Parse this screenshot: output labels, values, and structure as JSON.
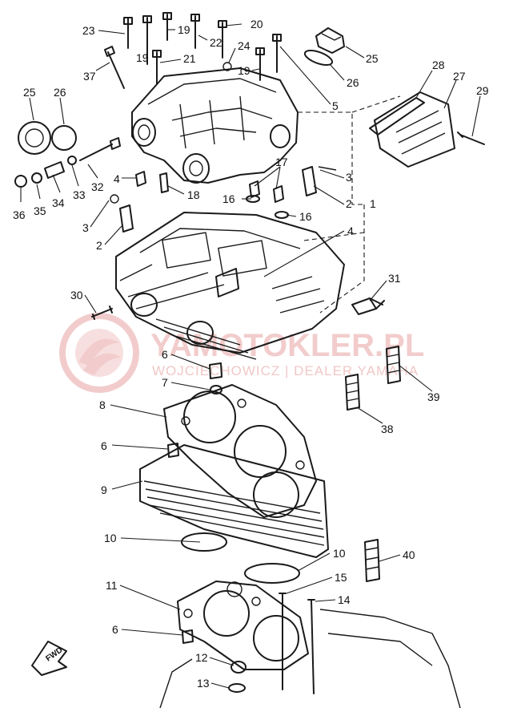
{
  "watermark": {
    "title": "YAMOTOKLER.PL",
    "subtitle": "WOJCIECHOWICZ | DEALER YAMAHA",
    "color": "#e8a3a3"
  },
  "fwd_marker": "FWD",
  "callouts": [
    {
      "id": "c23",
      "text": "23"
    },
    {
      "id": "c19a",
      "text": "19"
    },
    {
      "id": "c22",
      "text": "22"
    },
    {
      "id": "c20",
      "text": "20"
    },
    {
      "id": "c24",
      "text": "24"
    },
    {
      "id": "c19b",
      "text": "19"
    },
    {
      "id": "c21",
      "text": "21"
    },
    {
      "id": "c19c",
      "text": "19"
    },
    {
      "id": "c37",
      "text": "37"
    },
    {
      "id": "c25a",
      "text": "25"
    },
    {
      "id": "c26a",
      "text": "26"
    },
    {
      "id": "c5",
      "text": "5"
    },
    {
      "id": "c28",
      "text": "28"
    },
    {
      "id": "c27",
      "text": "27"
    },
    {
      "id": "c29",
      "text": "29"
    },
    {
      "id": "c25b",
      "text": "25"
    },
    {
      "id": "c26b",
      "text": "26"
    },
    {
      "id": "c32",
      "text": "32"
    },
    {
      "id": "c33",
      "text": "33"
    },
    {
      "id": "c34",
      "text": "34"
    },
    {
      "id": "c35",
      "text": "35"
    },
    {
      "id": "c36",
      "text": "36"
    },
    {
      "id": "c4a",
      "text": "4"
    },
    {
      "id": "c18",
      "text": "18"
    },
    {
      "id": "c17",
      "text": "17"
    },
    {
      "id": "c3a",
      "text": "3"
    },
    {
      "id": "c16a",
      "text": "16"
    },
    {
      "id": "c2a",
      "text": "2"
    },
    {
      "id": "c1",
      "text": "1"
    },
    {
      "id": "c16b",
      "text": "16"
    },
    {
      "id": "c3b",
      "text": "3"
    },
    {
      "id": "c2b",
      "text": "2"
    },
    {
      "id": "c4b",
      "text": "4"
    },
    {
      "id": "c31",
      "text": "31"
    },
    {
      "id": "c30",
      "text": "30"
    },
    {
      "id": "c6a",
      "text": "6"
    },
    {
      "id": "c7",
      "text": "7"
    },
    {
      "id": "c39",
      "text": "39"
    },
    {
      "id": "c8",
      "text": "8"
    },
    {
      "id": "c38",
      "text": "38"
    },
    {
      "id": "c6b",
      "text": "6"
    },
    {
      "id": "c9",
      "text": "9"
    },
    {
      "id": "c10a",
      "text": "10"
    },
    {
      "id": "c10b",
      "text": "10"
    },
    {
      "id": "c40",
      "text": "40"
    },
    {
      "id": "c11",
      "text": "11"
    },
    {
      "id": "c15",
      "text": "15"
    },
    {
      "id": "c14",
      "text": "14"
    },
    {
      "id": "c6c",
      "text": "6"
    },
    {
      "id": "c12",
      "text": "12"
    },
    {
      "id": "c13",
      "text": "13"
    }
  ]
}
